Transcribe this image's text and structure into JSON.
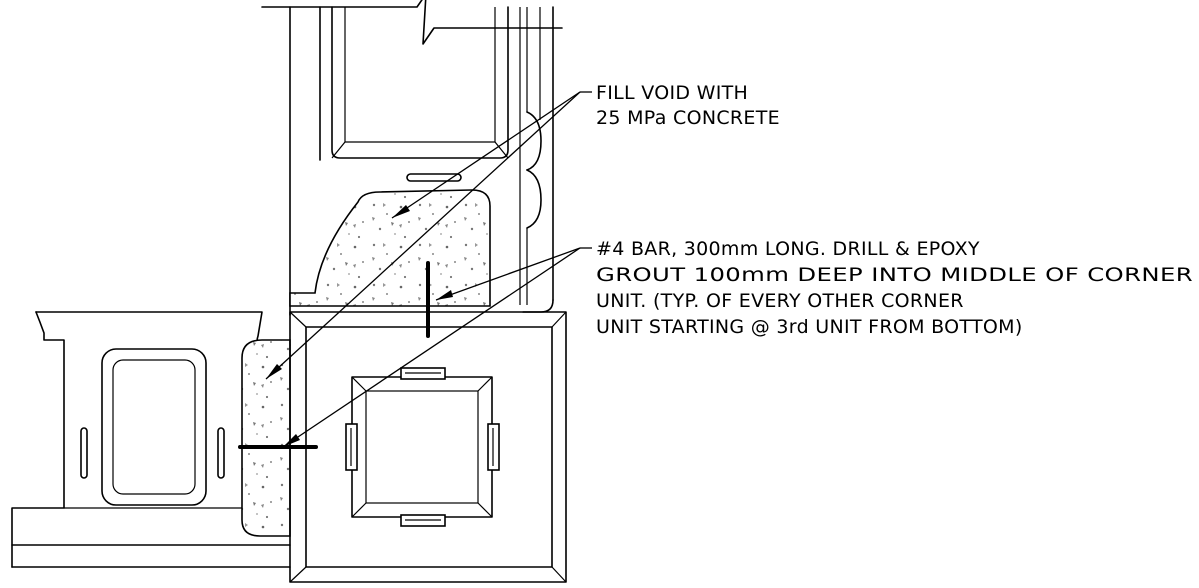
{
  "notes": {
    "fill_void": {
      "lines": [
        "FILL VOID WITH",
        "25 MPa CONCRETE"
      ]
    },
    "bar": {
      "lines": [
        "#4 BAR, 300mm LONG.  DRILL & EPOXY",
        "GROUT 100mm DEEP INTO MIDDLE OF CORNER",
        "UNIT.  (TYP. OF EVERY OTHER CORNER",
        "UNIT STARTING @ 3rd UNIT FROM BOTTOM)"
      ]
    }
  }
}
